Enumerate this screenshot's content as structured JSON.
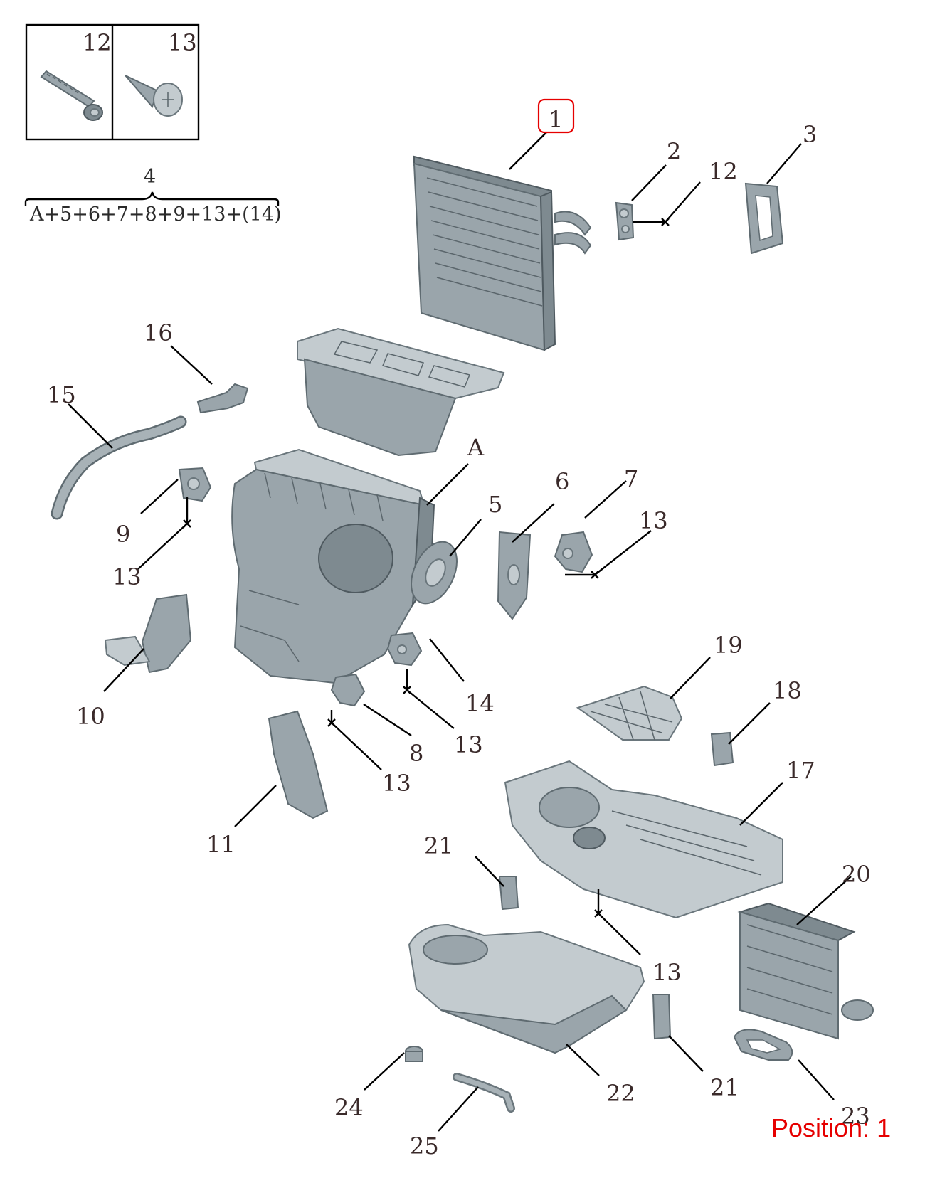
{
  "inset": {
    "labels": [
      "12",
      "13"
    ]
  },
  "assembly": {
    "number": "4",
    "formula": "A+5+6+7+8+9+13+(14)"
  },
  "callouts": {
    "c1": "1",
    "c2": "2",
    "c3": "3",
    "c12a": "12",
    "c16": "16",
    "c15": "15",
    "cA": "A",
    "c5": "5",
    "c6": "6",
    "c7": "7",
    "c13a": "13",
    "c9": "9",
    "c13b": "13",
    "c10": "10",
    "c14": "14",
    "c13c": "13",
    "c8": "8",
    "c13d": "13",
    "c11": "11",
    "c19": "19",
    "c18": "18",
    "c17": "17",
    "c21a": "21",
    "c20": "20",
    "c13e": "13",
    "c21b": "21",
    "c24": "24",
    "c22": "22",
    "c23": "23",
    "c25": "25"
  },
  "highlight": {
    "callout": "1",
    "color": "#e60000"
  },
  "position_label": "Position: 1"
}
